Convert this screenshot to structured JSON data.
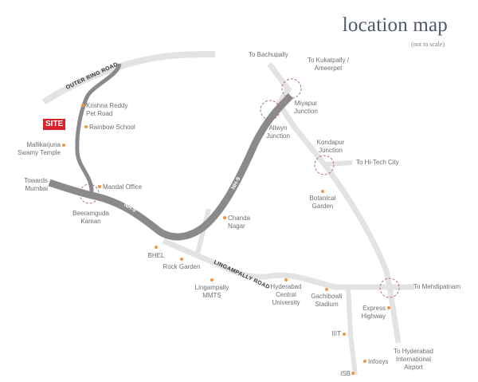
{
  "header": {
    "title": "location map",
    "subtitle": "(not to scale)"
  },
  "site_marker": {
    "label": "SITE",
    "color": "#d7242c"
  },
  "colors": {
    "highway": "#8a8a8a",
    "minor_road": "#e3e3e3",
    "poi_dot": "#f0963c",
    "junction_circle": "#b07080",
    "label_text": "#6f6f6f",
    "title_text": "#4d5a6c"
  },
  "roads": {
    "outer_ring_road": "OUTER RING ROAD",
    "nh9_upper": "NH-9",
    "nh9_lower": "NH-9",
    "lingampally_road": "LINGAMPALLY ROAD"
  },
  "directions": {
    "bachupally": "To Bachupally",
    "kukatpally_1": "To Kukatpally /",
    "kukatpally_2": "Ameerpet",
    "hitech": "To Hi-Tech City",
    "mehdipatnam": "To Mehdipatnam",
    "airport_1": "To Hyderabad",
    "airport_2": "International",
    "airport_3": "Airport",
    "mumbai_1": "Towards",
    "mumbai_2": "Mumbai"
  },
  "junctions": {
    "miyapur_1": "Miyapur",
    "miyapur_2": "Junction",
    "allwyn_1": "Allwyn",
    "allwyn_2": "Junction",
    "kondapur_1": "Kondapur",
    "kondapur_2": "Junction",
    "beeramguda_1": "Beeramguda",
    "beeramguda_2": "Kaman"
  },
  "landmarks": {
    "krishna_reddy_1": "Krishna Reddy",
    "krishna_reddy_2": "Pet Road",
    "rainbow_school": "Rainbow School",
    "mallikarjuna_1": "Mallikarjuna",
    "mallikarjuna_2": "Swamy Temple",
    "mandal_office": "Mandal Office",
    "chanda_1": "Chanda",
    "chanda_2": "Nagar",
    "botanical_1": "Botanical",
    "botanical_2": "Garden",
    "bhel": "BHEL",
    "rock_garden": "Rock Garden",
    "lingampally_1": "Lingampally",
    "lingampally_2": "MMTS",
    "hcu_1": "Hyderabad",
    "hcu_2": "Central",
    "hcu_3": "University",
    "gachibowli_1": "Gachibowli",
    "gachibowli_2": "Stadium",
    "express_1": "Express",
    "express_2": "Highway",
    "iiit": "IIIT",
    "infosys": "Infosys",
    "isb": "ISB"
  }
}
